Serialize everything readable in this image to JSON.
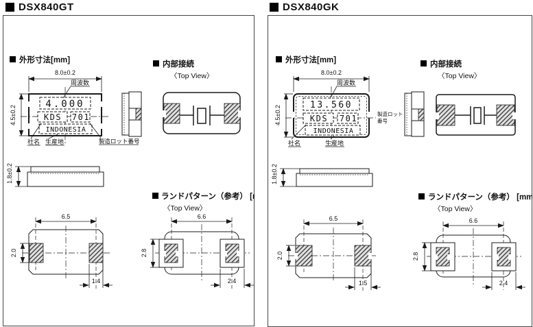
{
  "panels": [
    {
      "title": "DSX840GT",
      "outline": {
        "heading": "外形寸法[mm]",
        "width_dim": "8.0±0.2",
        "height_dim": "4.5±0.2",
        "thickness_dim": "1.8±0.2",
        "marking": {
          "frequency": "4.000",
          "maker": "KDS",
          "lot": "701",
          "origin": "INDONESIA"
        },
        "callouts": {
          "frequency": "周波数",
          "company": "社名",
          "origin": "生産地",
          "lot": "製造ロット番号"
        }
      },
      "internal": {
        "heading": "内部接続",
        "view": "〈Top View〉"
      },
      "land": {
        "heading": "ランドパターン（参考） [mm]",
        "view": "〈Top View〉",
        "pattern1": {
          "pitch": "6.5",
          "pad_height": "2.0",
          "pad_width": "1.4"
        },
        "pattern2": {
          "pitch": "6.6",
          "pad_height": "2.8",
          "pad_width": "2.4"
        }
      }
    },
    {
      "title": "DSX840GK",
      "outline": {
        "heading": "外形寸法[mm]",
        "width_dim": "8.0±0.2",
        "height_dim": "4.5±0.2",
        "thickness_dim": "1.8±0.2",
        "marking": {
          "frequency": "13.560",
          "maker": "KDS",
          "lot": "701",
          "origin": "INDONESIA"
        },
        "callouts": {
          "frequency": "周波数",
          "company": "社名",
          "origin": "生産地",
          "lot_line1": "製造ロット",
          "lot_line2": "番号"
        }
      },
      "internal": {
        "heading": "内部接続",
        "view": "〈Top View〉"
      },
      "land": {
        "heading": "ランドパターン（参考） [mm]",
        "view": "〈Top View〉",
        "pattern1": {
          "pitch": "6.5",
          "pad_height": "2.0",
          "pad_width": "1.5"
        },
        "pattern2": {
          "pitch": "6.6",
          "pad_height": "2.8",
          "pad_width": "2.4"
        }
      }
    }
  ]
}
